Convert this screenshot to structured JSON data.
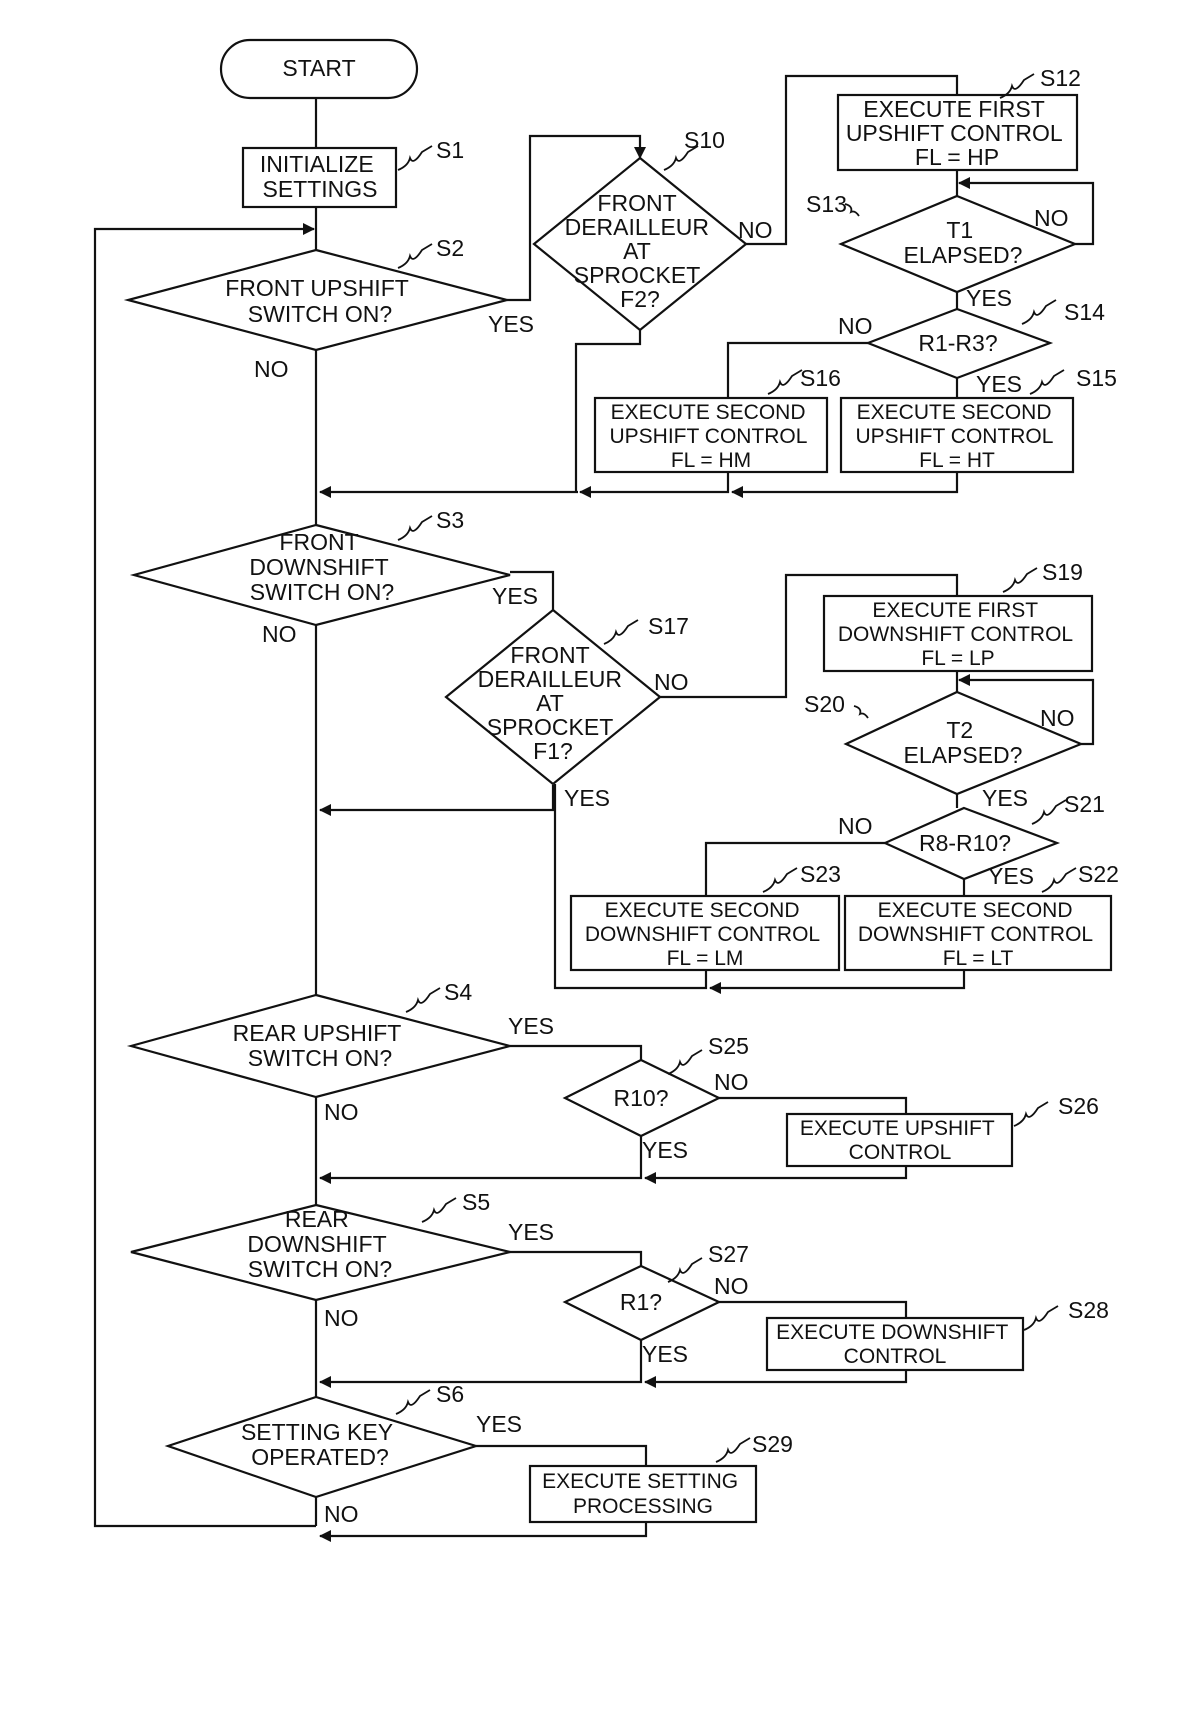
{
  "flowchart": {
    "start": "START",
    "s1": [
      "INITIALIZE",
      "SETTINGS"
    ],
    "s2": [
      "FRONT UPSHIFT",
      "SWITCH ON?"
    ],
    "s3": [
      "FRONT",
      "DOWNSHIFT",
      "SWITCH ON?"
    ],
    "s4": [
      "REAR UPSHIFT",
      "SWITCH ON?"
    ],
    "s5": [
      "REAR",
      "DOWNSHIFT",
      "SWITCH ON?"
    ],
    "s6": [
      "SETTING KEY",
      "OPERATED?"
    ],
    "s10": [
      "FRONT",
      "DERAILLEUR",
      "AT",
      "SPROCKET",
      "F2?"
    ],
    "s12": [
      "EXECUTE FIRST",
      "UPSHIFT CONTROL",
      "FL = HP"
    ],
    "s13": [
      "T1",
      "ELAPSED?"
    ],
    "s14": [
      "R1-R3?"
    ],
    "s15": [
      "EXECUTE SECOND",
      "UPSHIFT CONTROL",
      "FL = HT"
    ],
    "s16": [
      "EXECUTE SECOND",
      "UPSHIFT CONTROL",
      "FL = HM"
    ],
    "s17": [
      "FRONT",
      "DERAILLEUR",
      "AT",
      "SPROCKET",
      "F1?"
    ],
    "s19": [
      "EXECUTE FIRST",
      "DOWNSHIFT CONTROL",
      "FL = LP"
    ],
    "s20": [
      "T2",
      "ELAPSED?"
    ],
    "s21": [
      "R8-R10?"
    ],
    "s22": [
      "EXECUTE SECOND",
      "DOWNSHIFT CONTROL",
      "FL = LT"
    ],
    "s23": [
      "EXECUTE SECOND",
      "DOWNSHIFT CONTROL",
      "FL = LM"
    ],
    "s25": [
      "R10?"
    ],
    "s26": [
      "EXECUTE UPSHIFT",
      "CONTROL"
    ],
    "s27": [
      "R1?"
    ],
    "s28": [
      "EXECUTE DOWNSHIFT",
      "CONTROL"
    ],
    "s29": [
      "EXECUTE SETTING",
      "PROCESSING"
    ]
  },
  "step_labels": {
    "s1": "S1",
    "s2": "S2",
    "s3": "S3",
    "s4": "S4",
    "s5": "S5",
    "s6": "S6",
    "s10": "S10",
    "s12": "S12",
    "s13": "S13",
    "s14": "S14",
    "s15": "S15",
    "s16": "S16",
    "s17": "S17",
    "s19": "S19",
    "s20": "S20",
    "s21": "S21",
    "s22": "S22",
    "s23": "S23",
    "s25": "S25",
    "s26": "S26",
    "s27": "S27",
    "s28": "S28",
    "s29": "S29"
  },
  "branch_labels": {
    "yes": "YES",
    "no": "NO"
  }
}
